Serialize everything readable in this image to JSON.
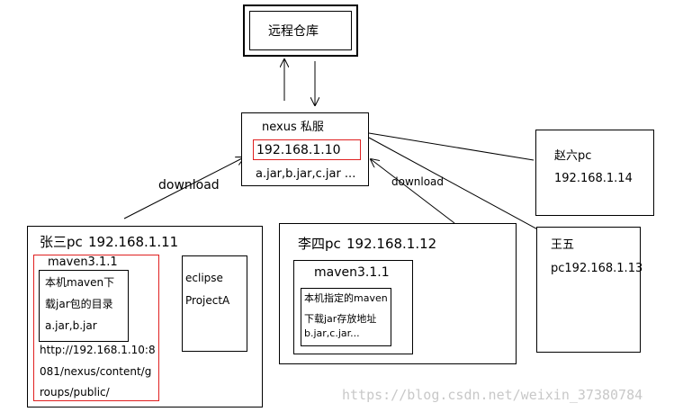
{
  "remote_repo": {
    "label": "远程仓库"
  },
  "nexus": {
    "title": "nexus 私服",
    "ip": "192.168.1.10",
    "files": "a.jar,b.jar,c.jar ..."
  },
  "arrows": {
    "download_left": "download",
    "download_right": "download"
  },
  "zhaoliu": {
    "name": "赵六pc",
    "ip": "192.168.1.14"
  },
  "wangwu": {
    "name": "王五",
    "ip": "pc192.168.1.13"
  },
  "zhangsan": {
    "title": "张三pc",
    "ip": "192.168.1.11",
    "maven": "maven3.1.1",
    "local_dir_line1": "本机maven下",
    "local_dir_line2": "载jar包的目录",
    "local_files": "a.jar,b.jar",
    "url_line1": "http://192.168.1.10:8",
    "url_line2": "081/nexus/content/g",
    "url_line3": "roups/public/",
    "eclipse": "eclipse",
    "project": "ProjectA"
  },
  "lisi": {
    "title": "李四pc",
    "ip": "192.168.1.12",
    "maven": "maven3.1.1",
    "local_dir_line1": "本机指定的maven",
    "local_dir_line2": "下载jar存放地址",
    "local_files": "b.jar,c.jar..."
  },
  "watermark": "https://blog.csdn.net/weixin_37380784",
  "colors": {
    "box_border": "#000000",
    "highlight": "#e02020",
    "underline": "#e02020",
    "watermark": "#c8c8c8"
  }
}
